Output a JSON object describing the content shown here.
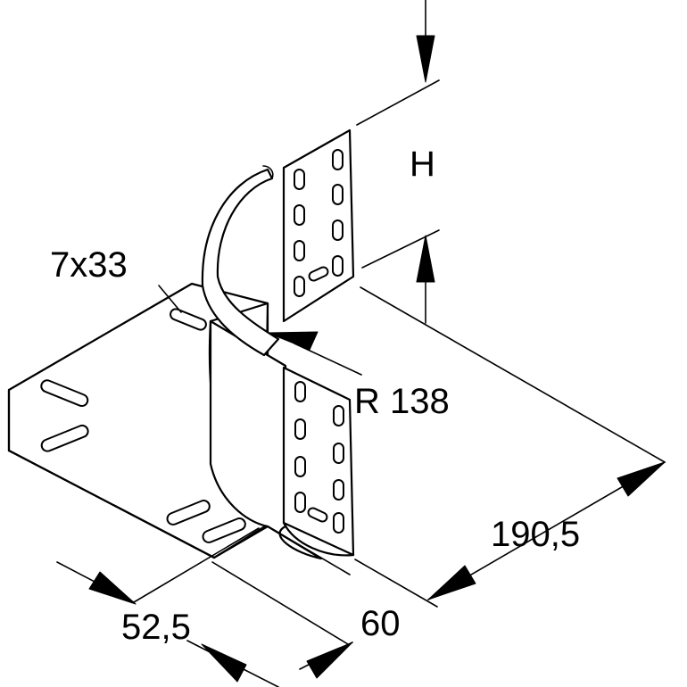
{
  "labels": {
    "height": "H",
    "slot_size": "7x33",
    "radius": "R 138",
    "length": "190,5",
    "offset": "52,5",
    "width": "60"
  }
}
